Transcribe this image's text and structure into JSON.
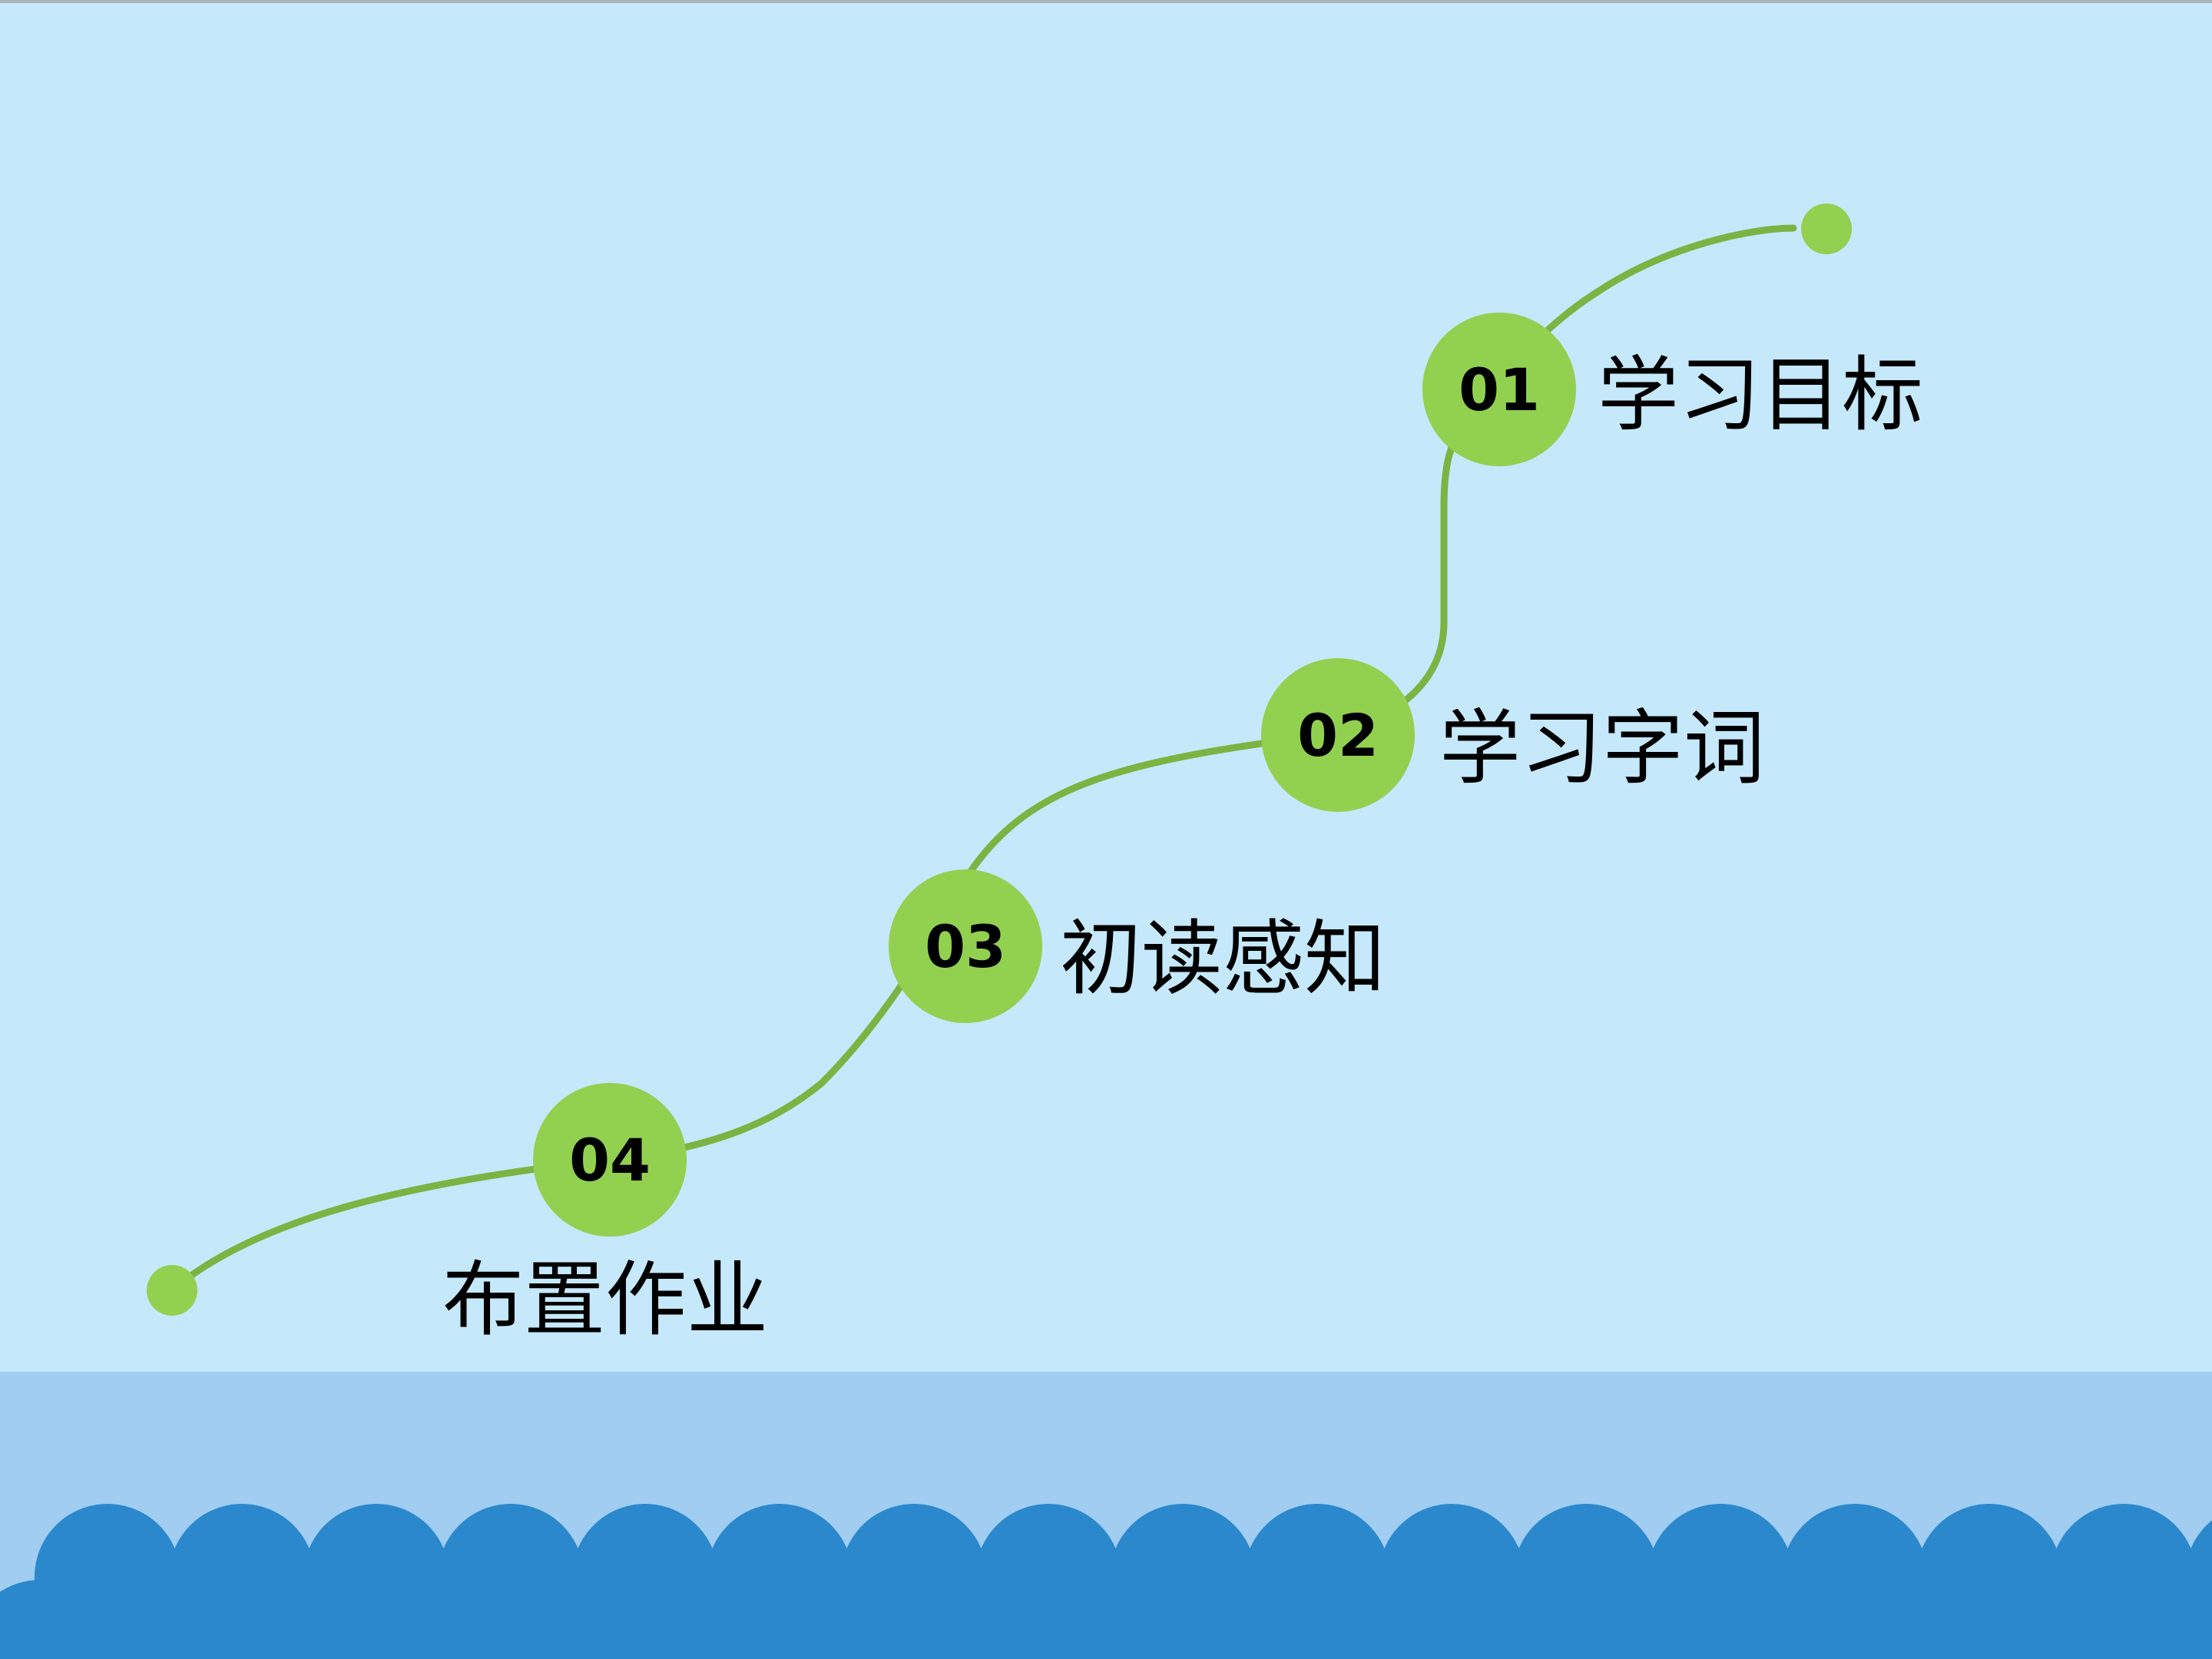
{
  "steps": [
    {
      "number": "01",
      "label": "学习目标"
    },
    {
      "number": "02",
      "label": "学习字词"
    },
    {
      "number": "03",
      "label": "初读感知"
    },
    {
      "number": "04",
      "label": "布置作业"
    }
  ],
  "colors": {
    "background": "#c5e8fb",
    "band": "#a1cdf1",
    "scallop": "#2b88cd",
    "node": "#92d050",
    "path": "#7cb342"
  }
}
